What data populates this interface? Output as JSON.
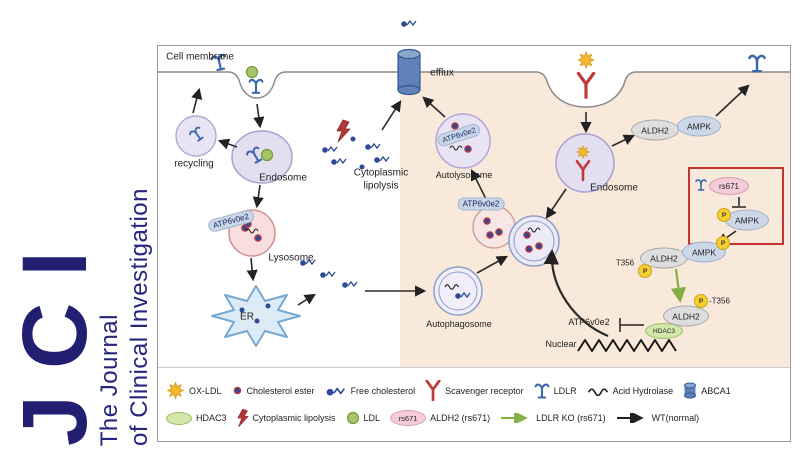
{
  "journal": {
    "acronym": "JCI",
    "name_line1": "The Journal",
    "name_line2": "of Clinical Investigation"
  },
  "diagram": {
    "cell_membrane": "Cell membrane",
    "recycling": "recycling",
    "endosome_left": "Endosome",
    "lysosome": "Lysosome",
    "atp6v0e2": "ATP6v0e2",
    "er": "ER",
    "cytoplasmic_lipolysis": "Cytoplasmic lipolysis",
    "efflux": "efflux",
    "autolysosome": "Autolysosome",
    "autophagosome": "Autophagosome",
    "endosome_right": "Endosome",
    "aldh2": "ALDH2",
    "ampk": "AMPK",
    "rs671": "rs671",
    "t356": "T356",
    "p": "P",
    "p_t356_suffix": "-T356",
    "hdac3": "HDAC3",
    "nuclear": "Nuclear"
  },
  "legend": {
    "row1": [
      {
        "icon": "ox-ldl-icon",
        "label": "OX-LDL"
      },
      {
        "icon": "cholesterol-ester-icon",
        "label": "Cholesterol ester"
      },
      {
        "icon": "free-cholesterol-icon",
        "label": "Free cholesterol"
      },
      {
        "icon": "scavenger-receptor-icon",
        "label": "Scavenger receptor"
      },
      {
        "icon": "ldlr-icon",
        "label": "LDLR"
      },
      {
        "icon": "acid-hydrolase-icon",
        "label": "Acid Hydrolase"
      },
      {
        "icon": "abca1-icon",
        "label": "ABCA1"
      }
    ],
    "row2": [
      {
        "icon": "hdac3-icon",
        "label": "HDAC3"
      },
      {
        "icon": "cytoplasmic-lipolysis-icon",
        "label": "Cytoplasmic lipolysis"
      },
      {
        "icon": "ldl-icon",
        "label": "LDL"
      },
      {
        "icon": "rs671-icon",
        "icon_text": "rs671",
        "label": "ALDH2 (rs671)"
      },
      {
        "icon": "green-arrow-icon",
        "label": "LDLR KO (rs671)"
      },
      {
        "icon": "black-arrow-icon",
        "label": "WT(normal)"
      }
    ]
  },
  "colors": {
    "navy_logo": "#221e72",
    "peach_background": "#f9e9db",
    "red_box": "#c63333",
    "green_arrow": "#86b043",
    "ldlr_blue": "#3c67ae",
    "scavenger_red": "#bf3a3a"
  }
}
